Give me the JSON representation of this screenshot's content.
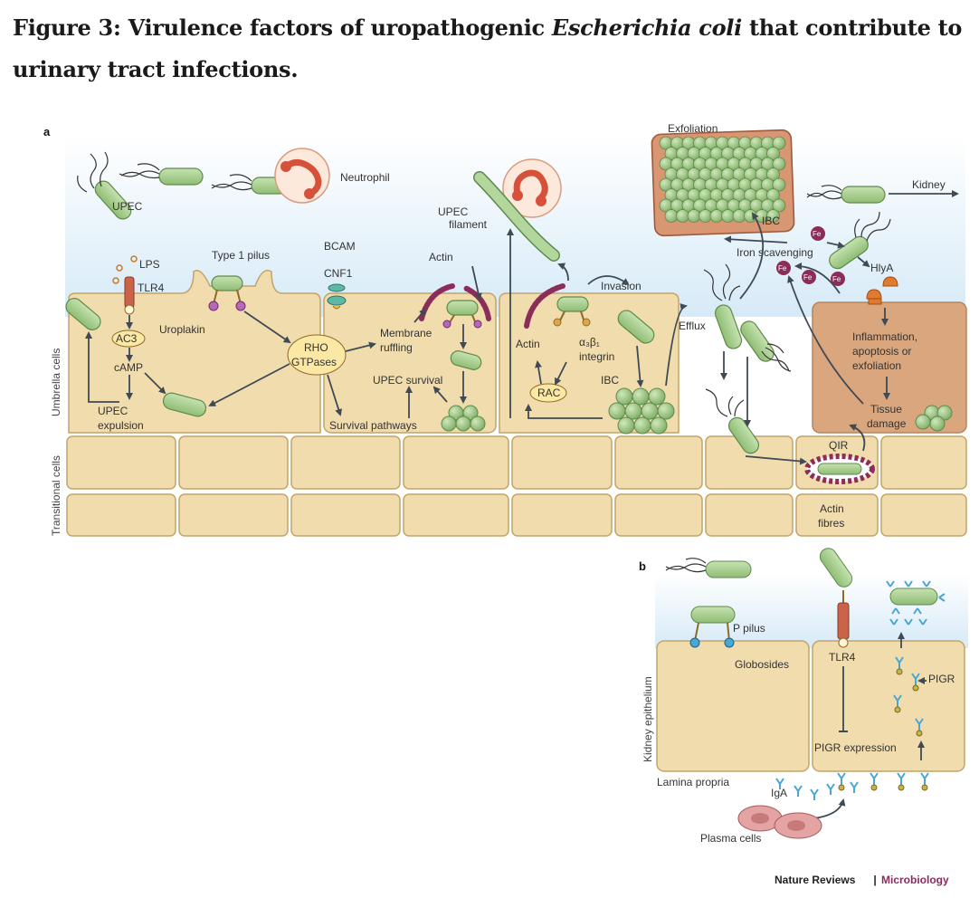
{
  "title": {
    "prefix": "Figure 3: Virulence factors of uropathogenic ",
    "italic": "Escherichia coli",
    "suffix": " that contribute to urinary tract infections."
  },
  "panels": {
    "a": "a",
    "b": "b"
  },
  "side_labels": {
    "umbrella": "Umbrella cells",
    "transitional": "Transitional cells",
    "kidney": "Kidney epithelium"
  },
  "labels": {
    "upec": "UPEC",
    "neutrophil": "Neutrophil",
    "lps": "LPS",
    "tlr4": "TLR4",
    "ac3": "AC3",
    "camp": "cAMP",
    "upec_expulsion_1": "UPEC",
    "upec_expulsion_2": "expulsion",
    "type1_pilus": "Type 1 pilus",
    "uroplakin": "Uroplakin",
    "bcam": "BCAM",
    "cnf1": "CNF1",
    "rho_1": "RHO",
    "rho_2": "GTPases",
    "membrane_1": "Membrane",
    "membrane_2": "ruffling",
    "actin_1": "Actin",
    "upec_survival": "UPEC survival",
    "survival_pathways": "Survival pathways",
    "filament_1": "UPEC",
    "filament_2": "filament",
    "invasion": "Invasion",
    "actin_2": "Actin",
    "integrin_1": "α₃β₁",
    "integrin_2": "integrin",
    "rac": "RAC",
    "ibc_1": "IBC",
    "efflux": "Efflux",
    "exfoliation": "Exfoliation",
    "ibc_2": "IBC",
    "kidney": "Kidney",
    "iron": "Iron scavenging",
    "fe": "Fe",
    "hlya": "HlyA",
    "inflam_1": "Inflammation,",
    "inflam_2": "apoptosis or",
    "inflam_3": "exfoliation",
    "tissue_1": "Tissue",
    "tissue_2": "damage",
    "qir": "QIR",
    "actin_f1": "Actin",
    "actin_f2": "fibres",
    "p_pilus": "P pilus",
    "globosides": "Globosides",
    "tlr4_b": "TLR4",
    "pigr": "PIGR",
    "pigr_expr": "PIGR expression",
    "lamina": "Lamina propria",
    "iga": "IgA",
    "plasma": "Plasma cells"
  },
  "credit": {
    "journal": "Nature Reviews",
    "sep": " | ",
    "section": "Microbiology"
  },
  "colors": {
    "cell_fill": "#f1dcad",
    "cell_stroke": "#c3a46a",
    "damaged_cell": "#d9a67e",
    "lumen_top": "#ffffff",
    "lumen_bottom": "#dcedf8",
    "bacterium": "#a5cc8c",
    "bacterium_stroke": "#5f8a4d",
    "arrow": "#3f4a55",
    "pink": "#c9307a",
    "red": "#d2553a",
    "neutrophil": "#f3b08c"
  }
}
